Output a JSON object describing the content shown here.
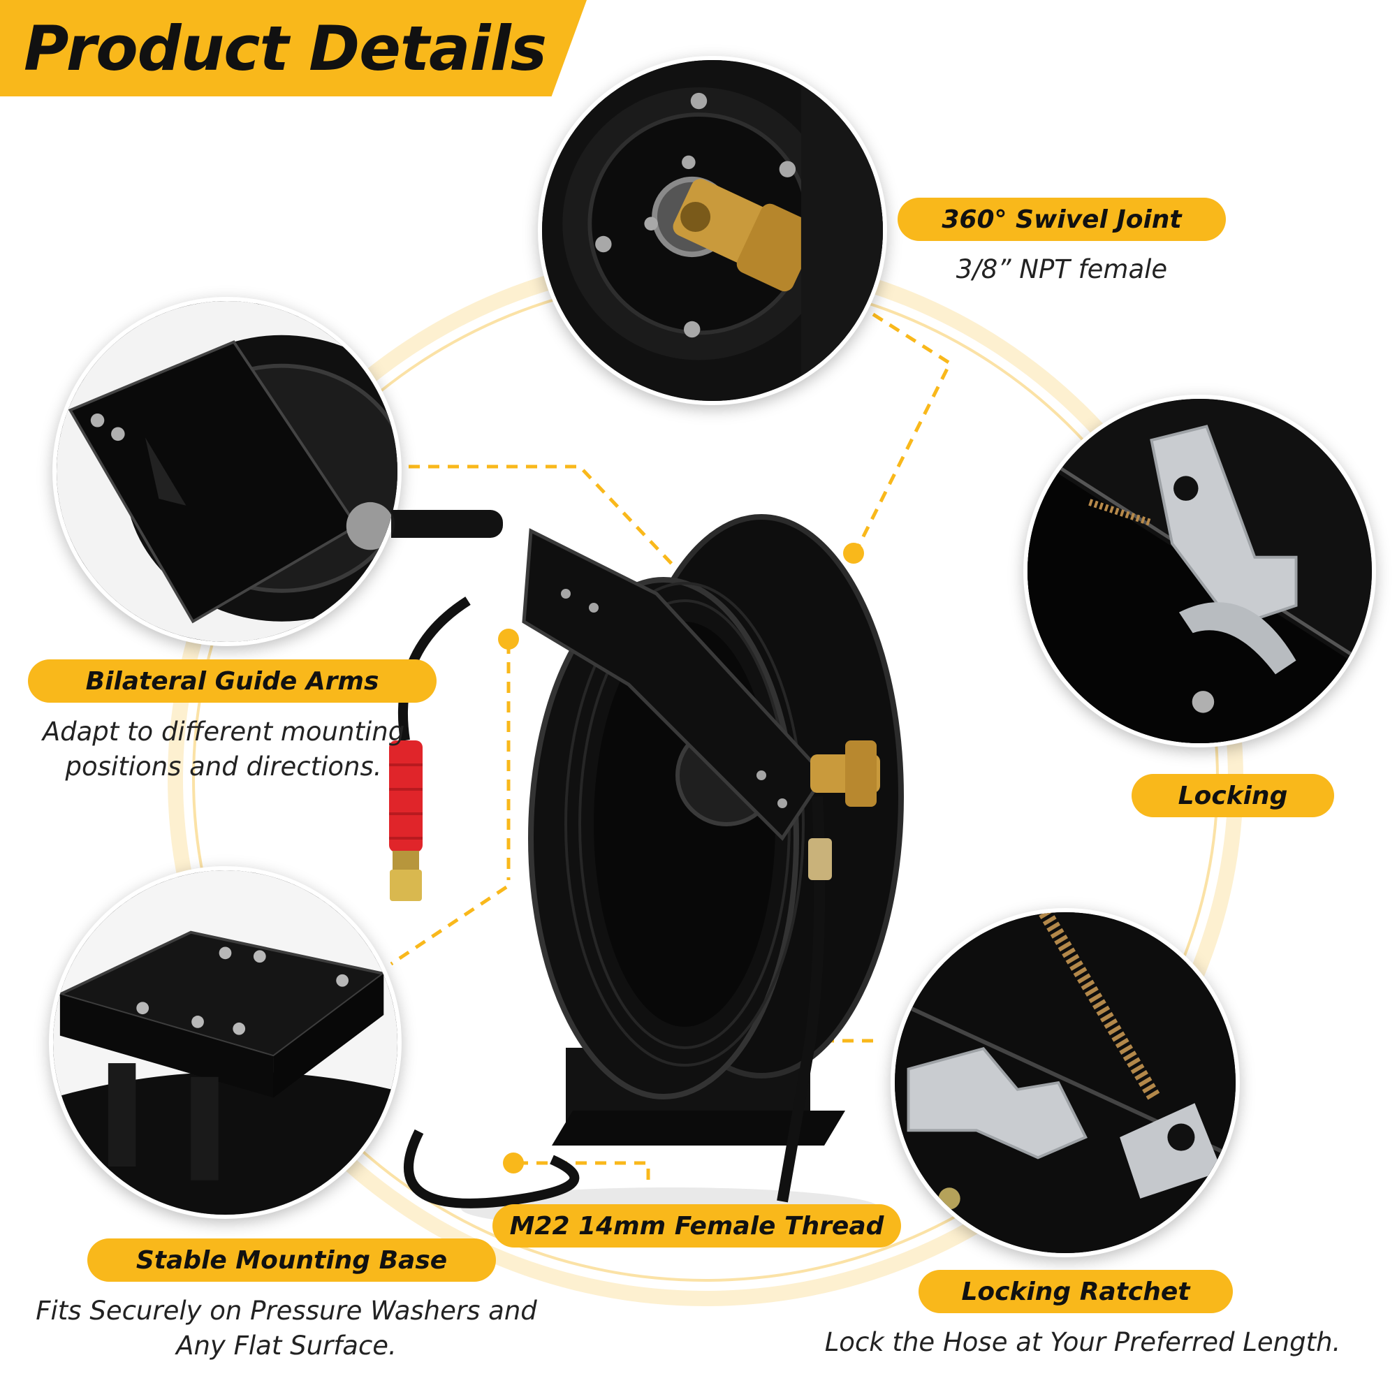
{
  "page": {
    "title": "Product Details"
  },
  "features": {
    "swivel": {
      "label": "360° Swivel Joint",
      "desc": "3/8” NPT female"
    },
    "guide_arms": {
      "label": "Bilateral Guide Arms",
      "desc_line1": "Adapt to different mounting",
      "desc_line2": "positions and directions."
    },
    "locking": {
      "label": "Locking"
    },
    "thread": {
      "label": "M22 14mm Female Thread"
    },
    "base": {
      "label": "Stable Mounting Base",
      "desc_line1": "Fits Securely on Pressure Washers and",
      "desc_line2": "Any Flat Surface."
    },
    "ratchet": {
      "label": "Locking Ratchet",
      "desc": "Lock the Hose at Your Preferred Length."
    }
  },
  "colors": {
    "accent": "#f9b81b",
    "product_body": "#0d0d0d",
    "brass": "#c99a3c",
    "handle": "#e0252a"
  }
}
